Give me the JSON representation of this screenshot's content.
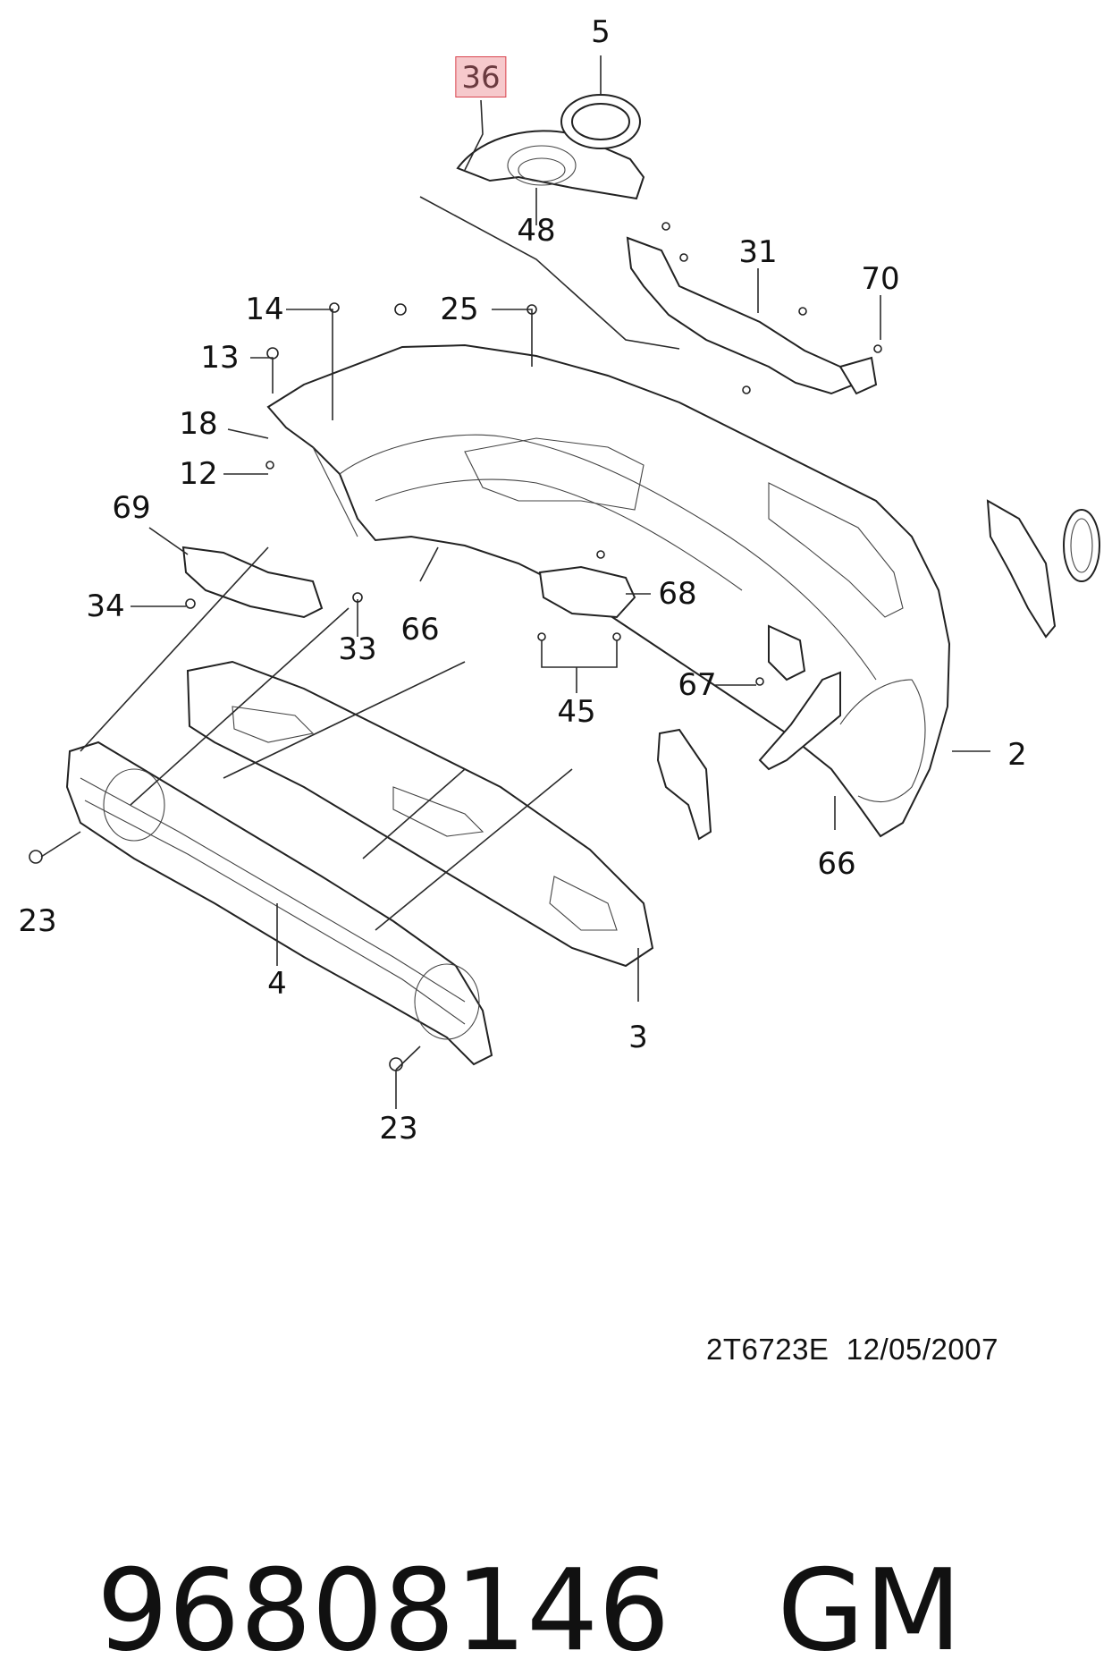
{
  "callouts": [
    {
      "id": "c5",
      "text": "5"
    },
    {
      "id": "c36",
      "text": "36",
      "highlighted": true
    },
    {
      "id": "c48",
      "text": "48"
    },
    {
      "id": "c31",
      "text": "31"
    },
    {
      "id": "c70",
      "text": "70"
    },
    {
      "id": "c14",
      "text": "14"
    },
    {
      "id": "c25",
      "text": "25"
    },
    {
      "id": "c13",
      "text": "13"
    },
    {
      "id": "c18",
      "text": "18"
    },
    {
      "id": "c12",
      "text": "12"
    },
    {
      "id": "c69",
      "text": "69"
    },
    {
      "id": "c34",
      "text": "34"
    },
    {
      "id": "c33",
      "text": "33"
    },
    {
      "id": "c66a",
      "text": "66"
    },
    {
      "id": "c68",
      "text": "68"
    },
    {
      "id": "c45",
      "text": "45"
    },
    {
      "id": "c67",
      "text": "67"
    },
    {
      "id": "c2",
      "text": "2"
    },
    {
      "id": "c66b",
      "text": "66"
    },
    {
      "id": "c23a",
      "text": "23"
    },
    {
      "id": "c4",
      "text": "4"
    },
    {
      "id": "c3",
      "text": "3"
    },
    {
      "id": "c23b",
      "text": "23"
    }
  ],
  "drawing_code": "2T6723E  12/05/2007",
  "part_number": "96808146",
  "brand": "GM",
  "colors": {
    "highlight_fill": "#f6c9cc",
    "highlight_border": "#d9454f",
    "line": "#2a2a2a"
  }
}
